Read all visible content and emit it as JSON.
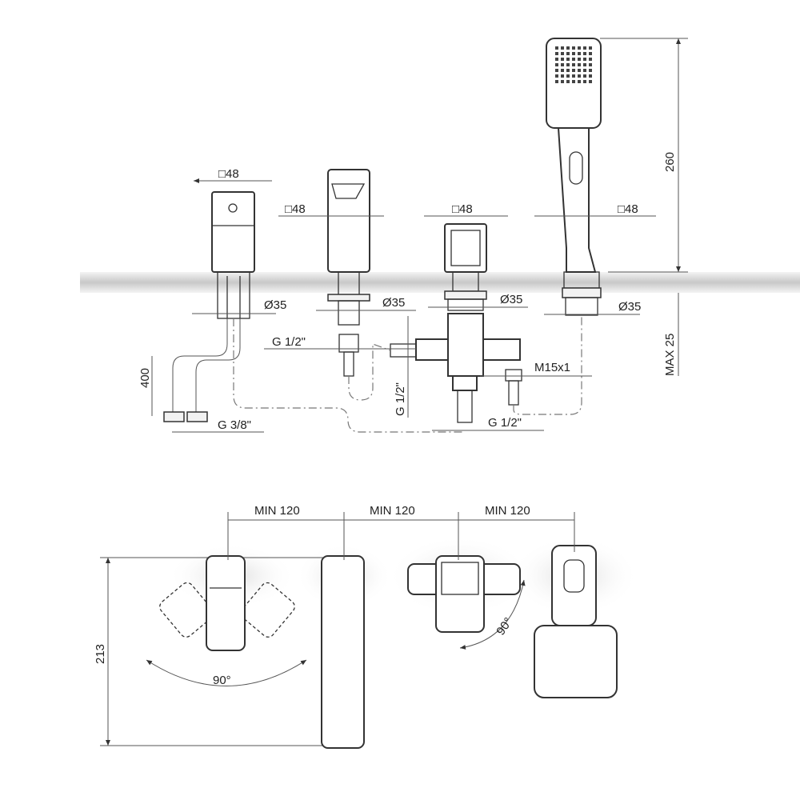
{
  "dimensions": {
    "square_48": "□48",
    "dia_35": "Ø35",
    "g_half": "G 1/2\"",
    "g_three_eighths": "G 3/8\"",
    "hose_length": "400",
    "m15": "M15x1",
    "height_260": "260",
    "max_25": "MAX 25",
    "min_120": "MIN 120",
    "width_213": "213",
    "angle_90": "90°"
  }
}
